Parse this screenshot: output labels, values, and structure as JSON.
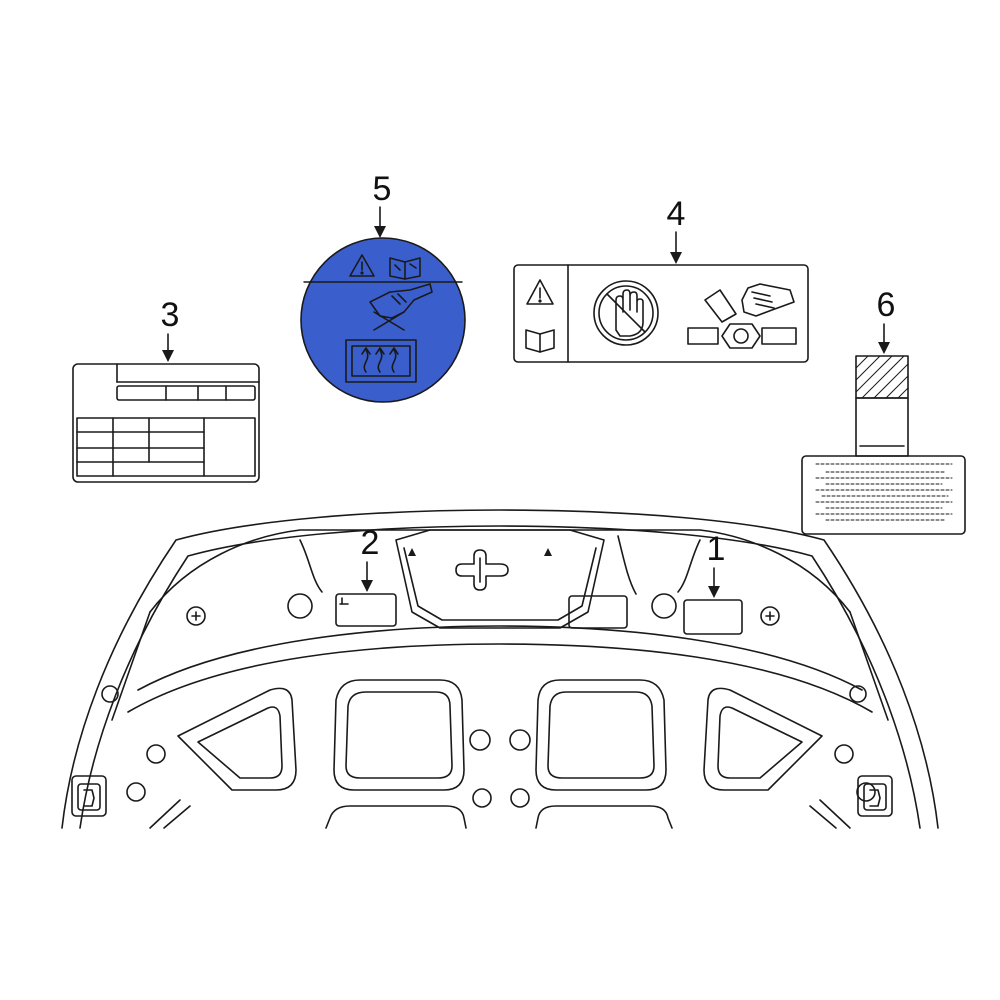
{
  "colors": {
    "line": "#1a1a1a",
    "highlight": "#3a5fcd",
    "background": "#ffffff"
  },
  "callouts": {
    "c1": "1",
    "c2": "2",
    "c3": "3",
    "c4": "4",
    "c5": "5",
    "c6": "6"
  },
  "parts": [
    {
      "number": "1",
      "name": "label",
      "icon": "plain-label-icon"
    },
    {
      "number": "2",
      "name": "label",
      "icon": "plain-label-icon"
    },
    {
      "number": "3",
      "name": "information-label",
      "icon": "table-label-icon"
    },
    {
      "number": "4",
      "name": "caution-label",
      "icon": "warning-hand-fan-icon",
      "highlighted": false
    },
    {
      "number": "5",
      "name": "caution-label",
      "icon": "warning-hot-radiator-icon",
      "highlighted": true
    },
    {
      "number": "6",
      "name": "emission-label",
      "icon": "barcode-label-icon"
    }
  ]
}
